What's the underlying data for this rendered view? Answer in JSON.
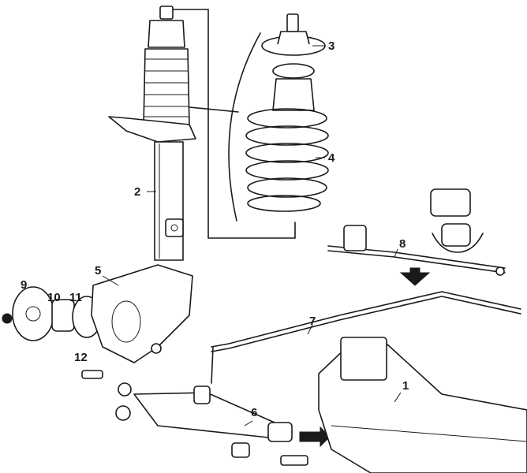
{
  "labels": {
    "l1": "1",
    "l2": "2",
    "l3": "3",
    "l4": "4",
    "l5": "5",
    "l6": "6",
    "l7": "7",
    "l8": "8",
    "l9": "9",
    "l10": "10",
    "l11": "11",
    "l12": "12"
  },
  "colors": {
    "ink": "#1a1a1a",
    "paper": "#ffffff"
  }
}
